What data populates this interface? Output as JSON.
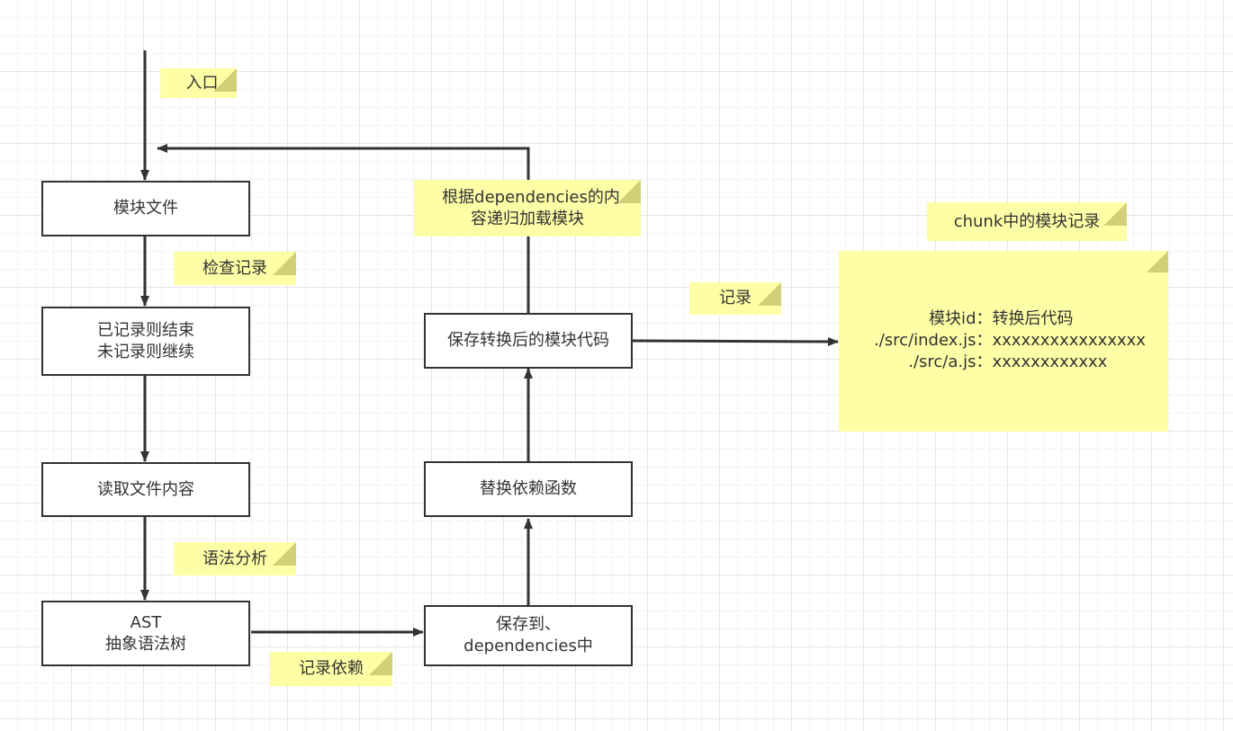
{
  "nodes": {
    "module_file": "模块文件",
    "recorded_check_l1": "已记录则结束",
    "recorded_check_l2": "未记录则继续",
    "read_content": "读取文件内容",
    "ast_l1": "AST",
    "ast_l2": "抽象语法树",
    "save_deps_l1": "保存到、",
    "save_deps_l2": "dependencies中",
    "replace_fn": "替换依赖函数",
    "save_code": "保存转换后的模块代码"
  },
  "notes": {
    "entry": "入口",
    "check_record": "检查记录",
    "parse": "语法分析",
    "record_deps": "记录依赖",
    "recursive_l1": "根据dependencies的内",
    "recursive_l2": "容递归加载模块",
    "record": "记录",
    "chunk_title": "chunk中的模块记录"
  },
  "chunk_record": {
    "rows": [
      {
        "key": "模块id：",
        "value": "转换后代码"
      },
      {
        "key": "./src/index.js：",
        "value": "xxxxxxxxxxxxxxxx"
      },
      {
        "key": "./src/a.js：",
        "value": "xxxxxxxxxxxx"
      }
    ]
  },
  "colors": {
    "box_border": "#333333",
    "note_fill": "#fefea6",
    "note_fold": "#d1cf77",
    "arrow": "#333333"
  }
}
